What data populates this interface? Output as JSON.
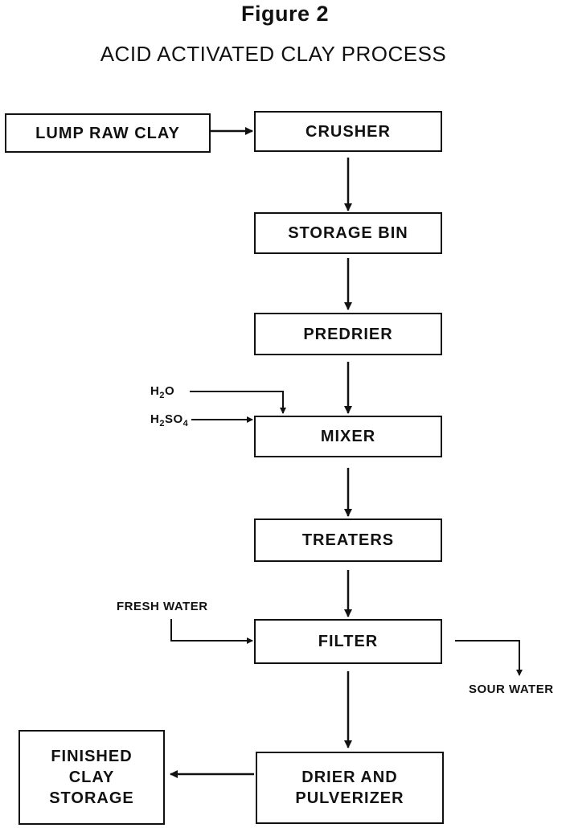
{
  "figure": {
    "label": "Figure 2",
    "title": "ACID ACTIVATED CLAY PROCESS"
  },
  "boxes": {
    "lump_raw_clay": "LUMP RAW CLAY",
    "crusher": "CRUSHER",
    "storage_bin": "STORAGE BIN",
    "predrier": "PREDRIER",
    "mixer": "MIXER",
    "treaters": "TREATERS",
    "filter": "FILTER",
    "drier_pulverizer": "DRIER AND\nPULVERIZER",
    "finished_storage": "FINISHED\nCLAY\nSTORAGE"
  },
  "inputs": {
    "water": {
      "main": "H",
      "sub": "2",
      "tail": "O"
    },
    "acid": {
      "main": "H",
      "sub": "2",
      "mid": "SO",
      "sub2": "4"
    },
    "fresh_water": "FRESH WATER"
  },
  "outputs": {
    "sour_water": "SOUR WATER"
  }
}
